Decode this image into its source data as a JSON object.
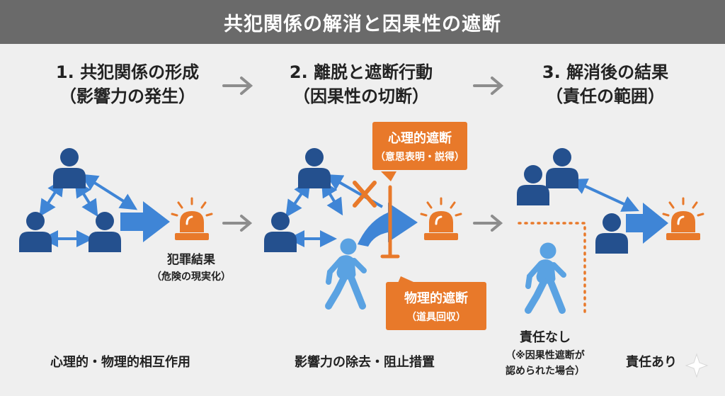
{
  "title": "共犯関係の解消と因果性の遮断",
  "columns": [
    {
      "heading": "1. 共犯関係の形成",
      "subheading": "（影響力の発生）",
      "caption": "心理的・物理的相互作用"
    },
    {
      "heading": "2. 離脱と遮断行動",
      "subheading": "（因果性の切断）",
      "caption": "影響力の除去・阻止措置"
    },
    {
      "heading": "3. 解消後の結果",
      "subheading": "（責任の範囲）"
    }
  ],
  "crime_result": {
    "label": "犯罪結果",
    "sub": "（危険の現実化）"
  },
  "psychological_block": {
    "label": "心理的遮断",
    "sub": "（意思表明・説得）"
  },
  "physical_block": {
    "label": "物理的遮断",
    "sub": "（道具回収）"
  },
  "no_liability": {
    "label": "責任なし",
    "note_line1": "（※因果性遮断が",
    "note_line2": "認められた場合）"
  },
  "liability": {
    "label": "責任あり"
  },
  "colors": {
    "person": "#24508e",
    "arrow": "#3f85d6",
    "leaver": "#5aa2e2",
    "accent": "#e8792a",
    "header_bar": "#6a6a6a"
  },
  "icons": [
    "person-icon",
    "walking-person-icon",
    "siren-icon",
    "cross-mark-icon",
    "block-bar-icon",
    "sparkle-icon"
  ]
}
